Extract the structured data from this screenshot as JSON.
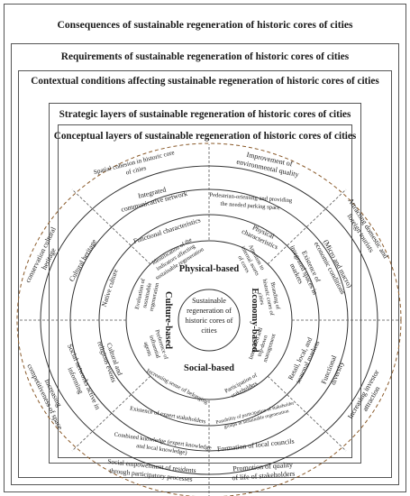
{
  "layers": {
    "consequences": "Consequences of sustainable regeneration of historic cores of cities",
    "requirements": "Requirements of sustainable regeneration of historic cores of cities",
    "contextual": "Contextual conditions affecting sustainable regeneration of historic cores of cities",
    "strategic": "Strategic layers of sustainable regeneration of historic cores of cities",
    "conceptual": "Conceptual layers of sustainable regeneration of historic cores of cities"
  },
  "center": {
    "line1": "Sustainable",
    "line2": "regeneration of",
    "line3": "historic cores of",
    "line4": "cities"
  },
  "bases": {
    "physical": "Physical-based",
    "culture": "Culture-based",
    "economy": "Economy-based",
    "social": "Social-based"
  },
  "labels": {
    "identification_1": "Identification of the",
    "identification_2": "indicators affecting",
    "identification_3": "sustainable regeneration",
    "attention_1": "Attention to",
    "attention_2": "internal assets",
    "attention_3": "of cores",
    "branding_1": "Branding of",
    "branding_2": "historic cores of",
    "branding_3": "cities",
    "evaluation_1": "Evaluation of",
    "evaluation_2": "sustainable",
    "evaluation_3": "regeneration",
    "preference_1": "Preference of",
    "preference_2": "influential",
    "preference_3": "agents",
    "integrated_mgmt_1": "Integrated and",
    "integrated_mgmt_2": "top-down",
    "integrated_mgmt_3": "management",
    "sense_of_belonging": "Increasing sense of belonging",
    "participation_1": "Participation of",
    "participation_2": "stakeholders",
    "functional_characteristics": "Functional characteristics",
    "physical_char_1": "Physical",
    "physical_char_2": "characteristics",
    "native_culture": "Native culture",
    "existence_markets_1": "Existence of",
    "existence_markets_2": "integrated spaces in",
    "existence_markets_3": "markets",
    "cultural_events_1": "Cultural and",
    "cultural_events_2": "religious events",
    "retail_markets_1": "Retail, local, and",
    "retail_markets_2": "seasonal markets",
    "expert_stakeholders": "Existence of expert stakeholders",
    "participation_possibility_1": "Possibility of participation of stakeholder",
    "participation_possibility_2": "groups in sustainable regeneration",
    "integrated_network_1": "Integrated",
    "integrated_network_2": "communicative network",
    "pedestrian_1": "Pedestrian-orienting and providing",
    "pedestrian_2": "the needed parking space",
    "cultural_heritage": "Cultural heritage",
    "economic_conditions_1": "(Micro and macro)",
    "economic_conditions_2": "economic conditions",
    "social_networks_1": "Social networks active in",
    "social_networks_2": "informing",
    "functional_diversity_1": "Functional",
    "functional_diversity_2": "diversity",
    "combined_knowledge_1": "Combined knowledge (expert knowledge",
    "combined_knowledge_2": "and local knowledge)",
    "local_councils": "Formation of local councils",
    "spatial_cohesion_1": "Spatial cohesion in historic core",
    "spatial_cohesion_2": "of cities",
    "env_quality_1": "Improvement of",
    "env_quality_2": "environmental quality",
    "conservation_1": "conservation cultural",
    "conservation_2": "heritage",
    "tourists_1": "Attracting domestic and",
    "tourists_2": "foreign tourists",
    "competitiveness_1": "Increasing",
    "competitiveness_2": "competitiveness of space",
    "investor_1": "Increasing investor",
    "investor_2": "attraction",
    "empowerment_1": "Social empowerment of residents",
    "empowerment_2": "through participatory processes",
    "quality_of_life_1": "Promotion of quality",
    "quality_of_life_2": "of life of stakeholders"
  }
}
